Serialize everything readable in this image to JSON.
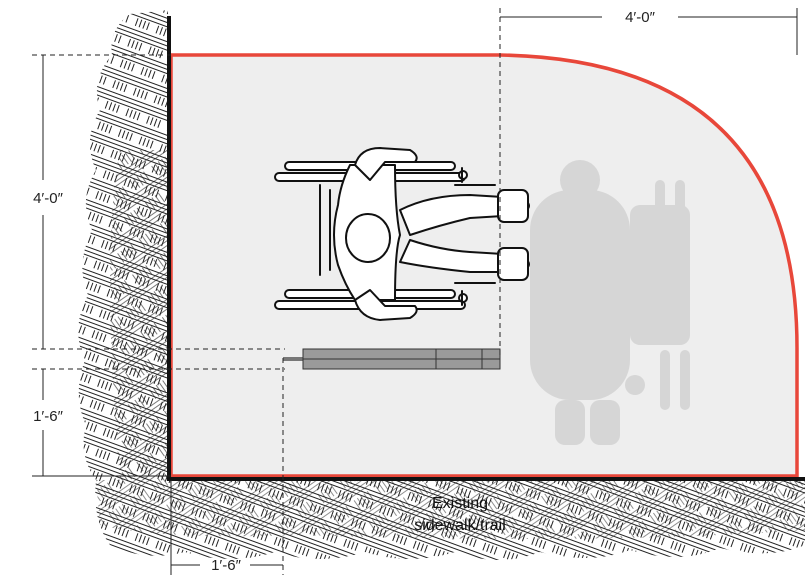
{
  "dimensions": {
    "top_width": "4′-0″",
    "left_height": "4′-0″",
    "left_offset": "1′-6″",
    "bottom_offset": "1′-6″"
  },
  "ground_label": {
    "line1": "Existing",
    "line2": "sidewalk/trail"
  },
  "colors": {
    "pad_fill": "#eeeeee",
    "pad_border": "#e8473a",
    "wall": "#111111",
    "ghost": "#d6d6d6",
    "bench": "#9a9a9a"
  },
  "icons": {
    "wheelchair_user": "wheelchair-user-top-view-icon",
    "ghost_wheelchair": "ghost-wheelchair-icon",
    "bench": "bench-seat-icon",
    "hatch": "ground-hatch-pattern"
  }
}
